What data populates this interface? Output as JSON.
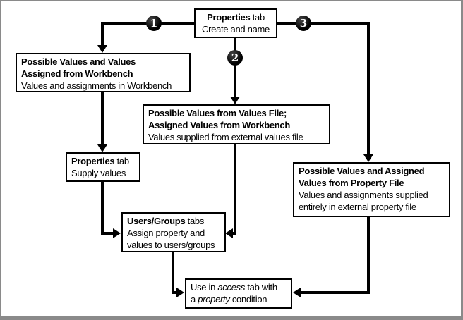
{
  "frame": {
    "background": "#ffffff",
    "border_color": "#8a8a8a"
  },
  "colors": {
    "connector": "#000000",
    "box_border": "#000000",
    "text": "#000000",
    "badge_bg": "#000000",
    "badge_text": "#ffffff"
  },
  "badges": [
    {
      "label": "1"
    },
    {
      "label": "2"
    },
    {
      "label": "3"
    }
  ],
  "nodes": {
    "create": {
      "title_bold": "Properties",
      "title_rest": " tab",
      "body": "Create and name"
    },
    "workbench": {
      "bold_lines": [
        "Possible Values and Values",
        "Assigned from Workbench"
      ],
      "body_lines": [
        "Values and assignments in Workbench"
      ]
    },
    "values_file": {
      "bold_lines": [
        "Possible Values from Values File;",
        "Assigned Values from Workbench"
      ],
      "body_lines": [
        "Values supplied from external values file"
      ]
    },
    "supply": {
      "title_bold": "Properties",
      "title_rest": " tab",
      "body": "Supply values"
    },
    "users_groups": {
      "title_bold": "Users/Groups",
      "title_rest": " tabs",
      "body_lines": [
        "Assign property and",
        "values to users/groups"
      ]
    },
    "property_file": {
      "bold_lines": [
        "Possible Values and Assigned",
        "Values from Property File"
      ],
      "body_lines": [
        "Values and assignments supplied",
        "entirely in external property file"
      ]
    },
    "access": {
      "seg1": "Use in ",
      "italic1": "access",
      "seg2": " tab with",
      "seg3": "a ",
      "italic2": "property",
      "seg4": " condition"
    }
  }
}
